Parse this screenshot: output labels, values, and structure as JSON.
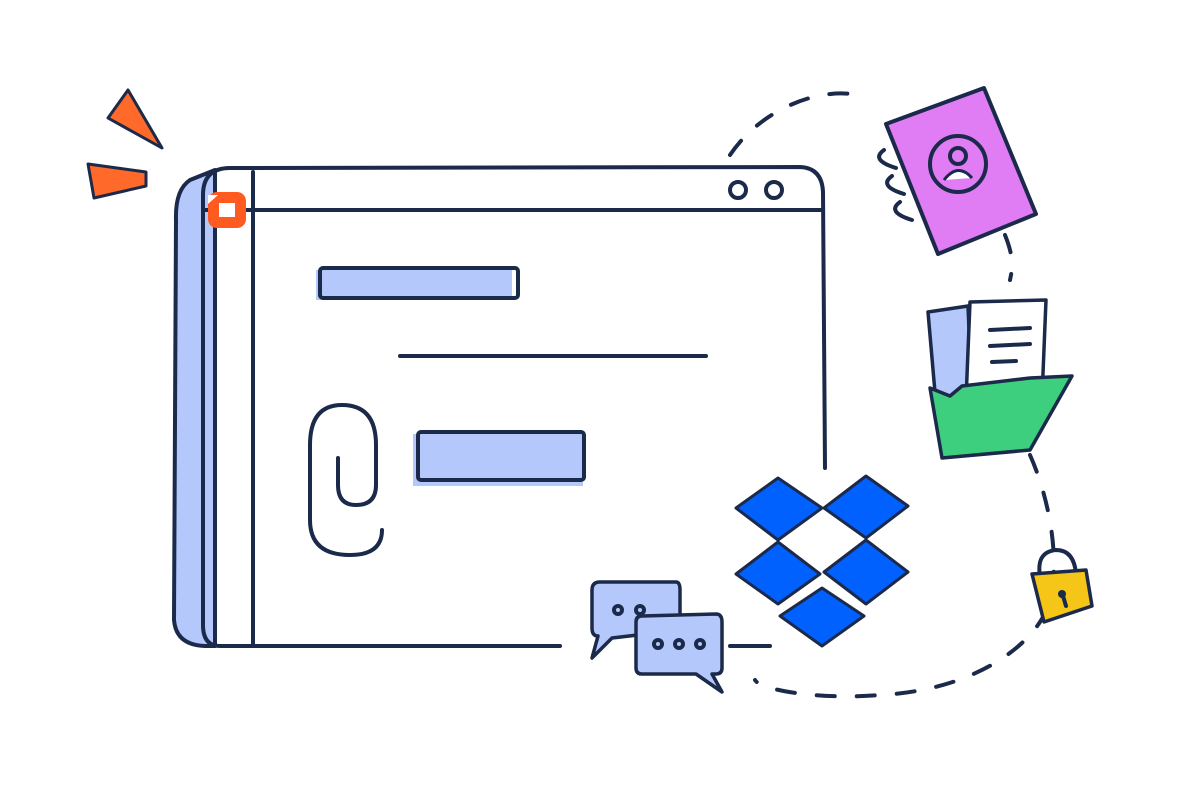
{
  "colors": {
    "ink": "#1b2a4a",
    "light_blue": "#b4c8fb",
    "dropbox_blue": "#0061fe",
    "orange": "#ff5a1f",
    "purple": "#e07cf4",
    "green": "#3ecf7e",
    "yellow": "#f5c518"
  },
  "icons": [
    "browser-window",
    "app-logo",
    "paperclip",
    "dropbox-logo",
    "chat-bubbles",
    "contact-book",
    "folder-with-document",
    "padlock",
    "sparkle-marks"
  ]
}
